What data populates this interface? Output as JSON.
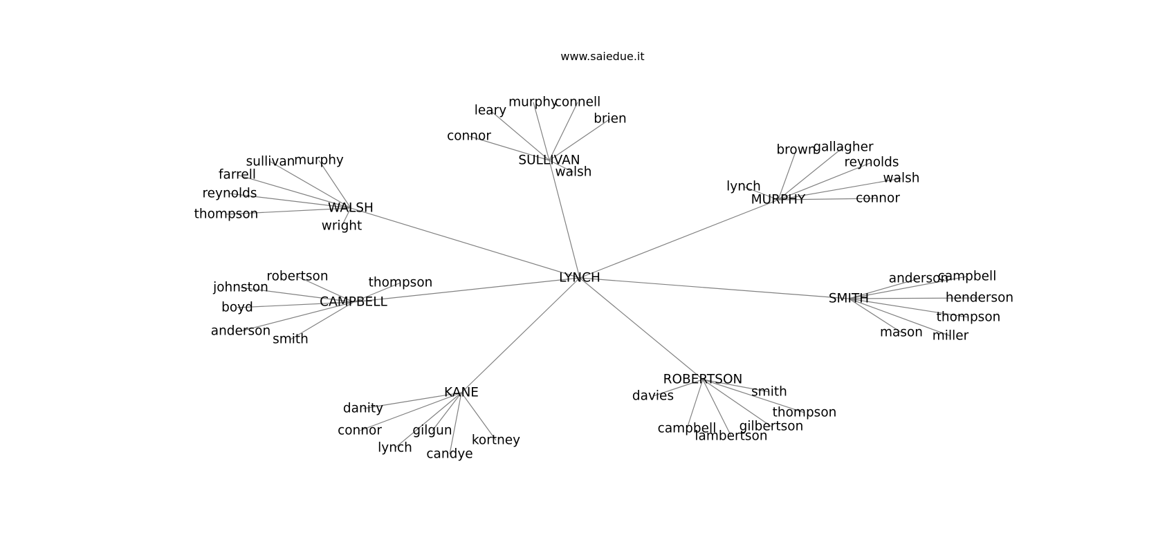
{
  "title": "www.saiedue.it",
  "graph": {
    "root": "LYNCH",
    "groups": [
      {
        "name": "SULLIVAN",
        "members": [
          "connor",
          "leary",
          "murphy",
          "connell",
          "brien",
          "walsh"
        ]
      },
      {
        "name": "WALSH",
        "members": [
          "sullivan",
          "murphy",
          "farrell",
          "reynolds",
          "thompson",
          "wright"
        ]
      },
      {
        "name": "MURPHY",
        "members": [
          "brown",
          "gallagher",
          "reynolds",
          "walsh",
          "connor",
          "lynch"
        ]
      },
      {
        "name": "CAMPBELL",
        "members": [
          "robertson",
          "thompson",
          "johnston",
          "boyd",
          "anderson",
          "smith"
        ]
      },
      {
        "name": "SMITH",
        "members": [
          "anderson",
          "campbell",
          "henderson",
          "thompson",
          "miller",
          "mason"
        ]
      },
      {
        "name": "KANE",
        "members": [
          "danity",
          "connor",
          "lynch",
          "gilgun",
          "candye",
          "kortney"
        ]
      },
      {
        "name": "ROBERTSON",
        "members": [
          "davies",
          "smith",
          "thompson",
          "gilbertson",
          "lambertson",
          "campbell"
        ]
      }
    ]
  }
}
